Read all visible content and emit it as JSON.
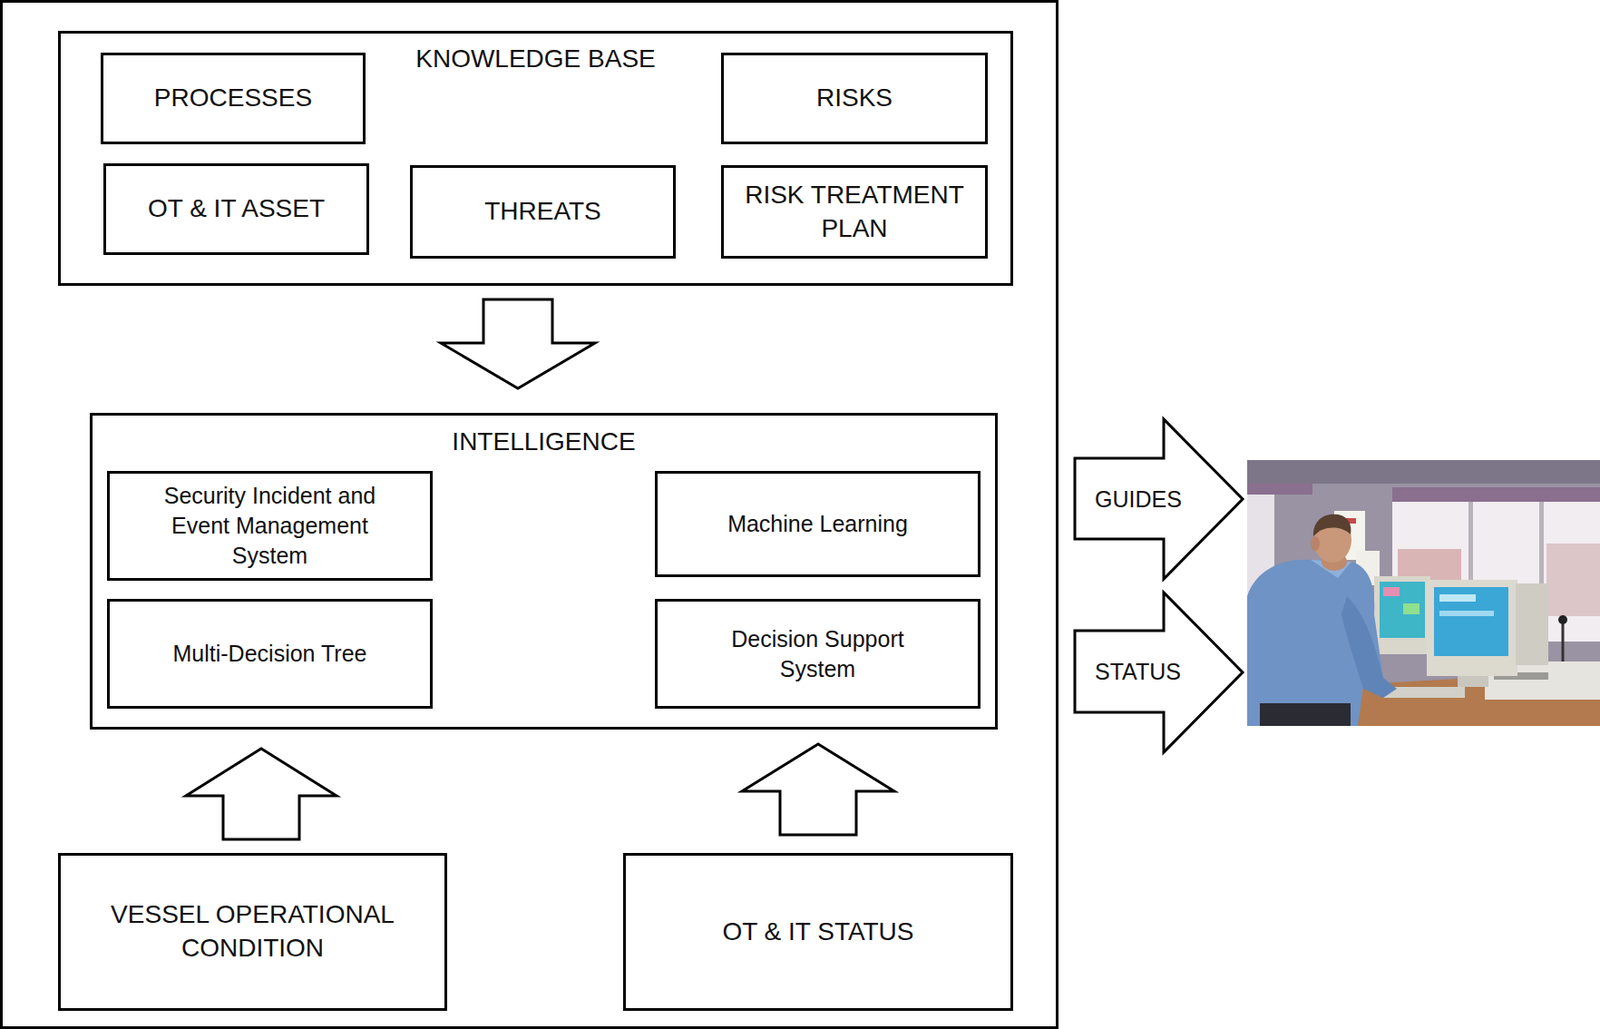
{
  "diagram": {
    "nodes": [
      {
        "text": [
          "KNOWLEDGE BASE"
        ]
      },
      {
        "text": [
          "PROCESSES"
        ],
        "in": 0
      },
      {
        "text": [
          "RISKS"
        ],
        "in": 0
      },
      {
        "text": [
          "OT & IT ASSET"
        ],
        "in": 0
      },
      {
        "text": [
          "THREATS"
        ],
        "in": 0
      },
      {
        "text": [
          "RISK TREATMENT PLAN"
        ],
        "in": 0
      },
      {
        "text": [
          "INTELLIGENCE"
        ]
      },
      {
        "text": [
          "Security Incident and Event Management System"
        ],
        "in": 6
      },
      {
        "text": [
          "Machine Learning"
        ],
        "in": 6
      },
      {
        "text": [
          "Multi-Decision Tree"
        ],
        "in": 6
      },
      {
        "text": [
          "Decision Support System"
        ],
        "in": 6
      },
      {
        "text": [
          "VESSEL OPERATIONAL CONDITION"
        ]
      },
      {
        "text": [
          "OT & IT STATUS"
        ]
      }
    ],
    "edges": [
      {
        "from": 0,
        "to": 6,
        "arrow": "to"
      },
      {
        "from": 11,
        "to": 6,
        "arrow": "to"
      },
      {
        "from": 12,
        "to": 6,
        "arrow": "to"
      }
    ],
    "labels": [
      "GUIDES",
      "STATUS"
    ]
  }
}
